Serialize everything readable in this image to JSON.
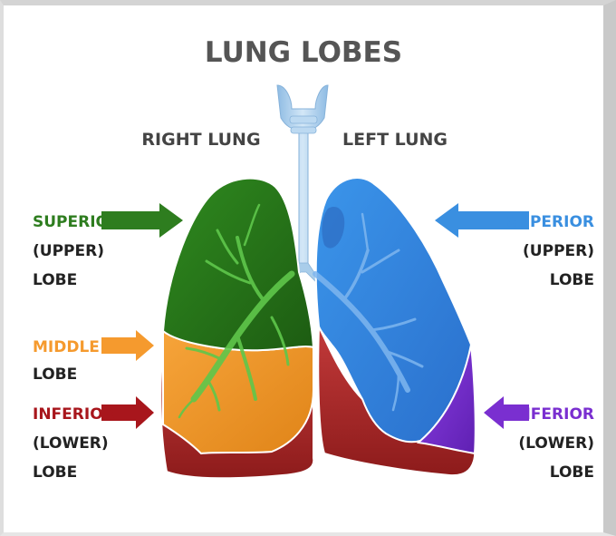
{
  "title": "LUNG LOBES",
  "right_lung_label": "RIGHT LUNG",
  "left_lung_label": "LEFT LUNG",
  "labels_left": {
    "superior": [
      "SUPERIOR",
      "(UPPER)",
      "LOBE"
    ],
    "middle": [
      "MIDDLE",
      "LOBE"
    ],
    "inferior": [
      "INFERIOR",
      "(LOWER)",
      "LOBE"
    ]
  },
  "labels_right": {
    "superior": [
      "SUPERIOR",
      "(UPPER)",
      "LOBE"
    ],
    "inferior": [
      "INFERIOR",
      "(LOWER)",
      "LOBE"
    ]
  },
  "colors": {
    "title": "#555555",
    "text": "#222222",
    "superior_right": "#2e7d1f",
    "middle_right": "#f59a2e",
    "inferior_right": "#a8161c",
    "superior_left": "#3a8fe0",
    "inferior_left": "#7a2fd0",
    "inferior_left_red": "#b3262b",
    "trachea": "#a9cdea"
  }
}
